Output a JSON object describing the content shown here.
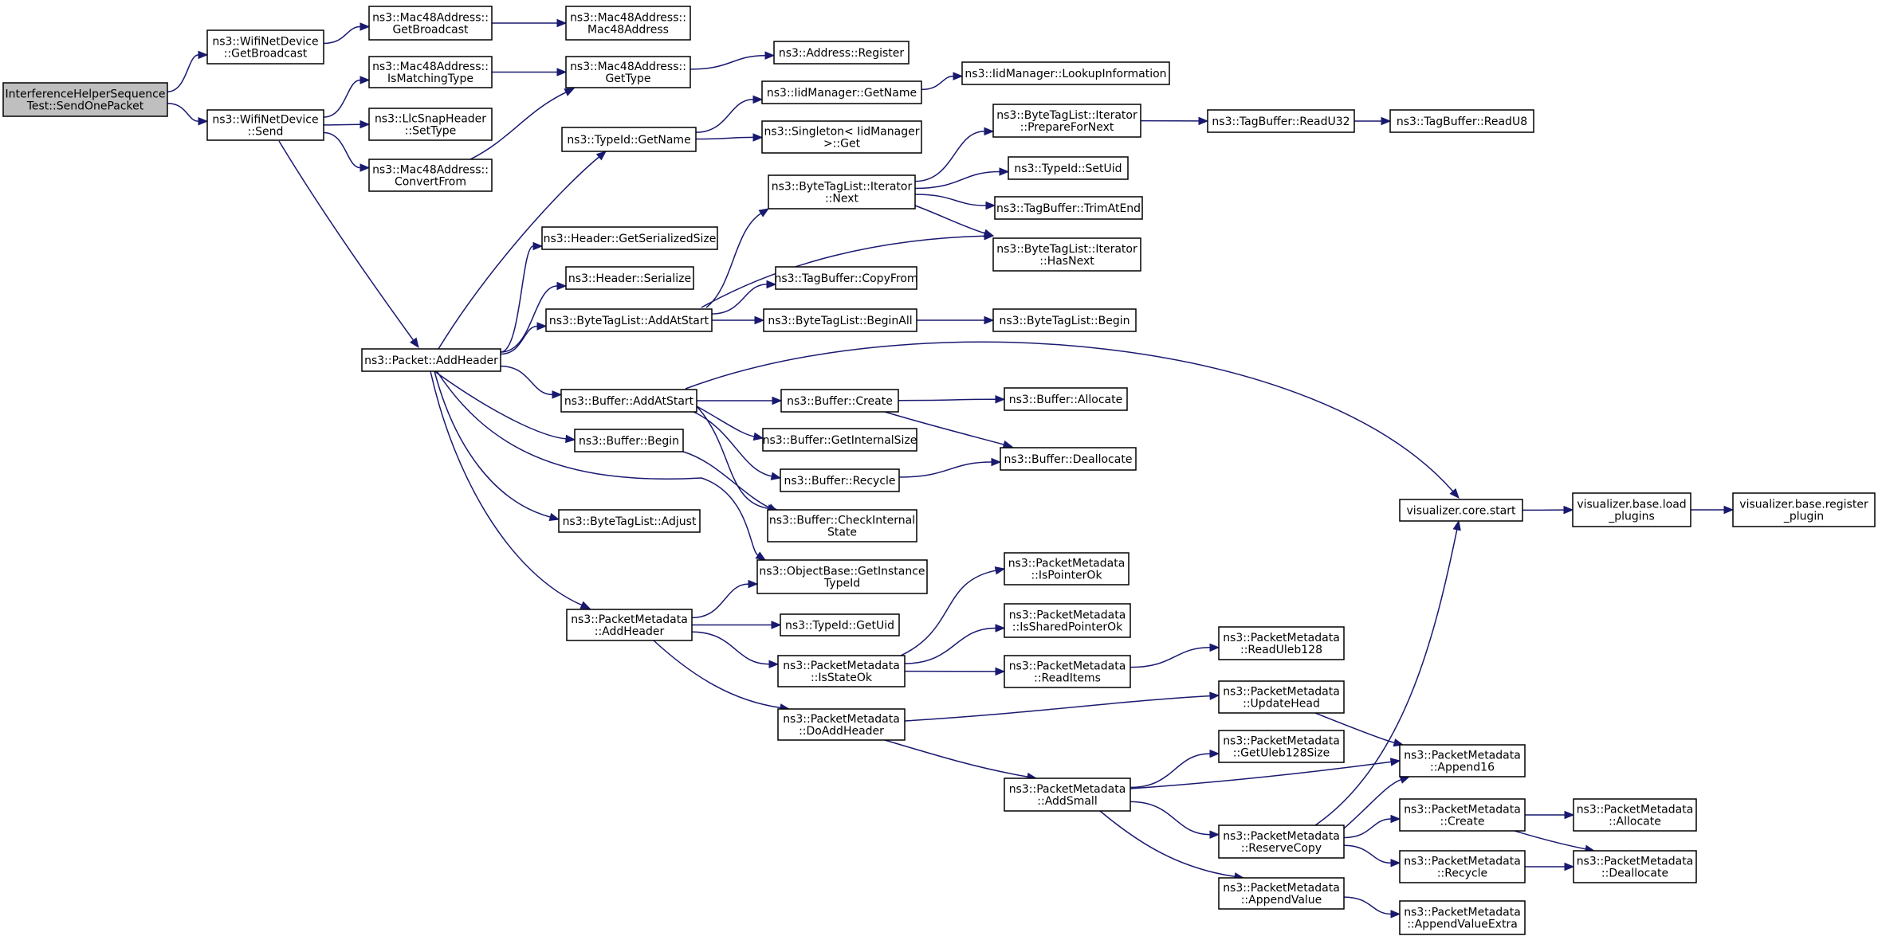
{
  "nodes": [
    {
      "id": "root",
      "lines": [
        "InterferenceHelperSequence",
        "Test::SendOnePacket"
      ],
      "root": true
    },
    {
      "id": "wifi_getbroadcast",
      "lines": [
        "ns3::WifiNetDevice",
        "::GetBroadcast"
      ]
    },
    {
      "id": "wifi_send",
      "lines": [
        "ns3::WifiNetDevice",
        "::Send"
      ]
    },
    {
      "id": "mac_getbroadcast",
      "lines": [
        "ns3::Mac48Address::",
        "GetBroadcast"
      ]
    },
    {
      "id": "mac_ctor",
      "lines": [
        "ns3::Mac48Address::",
        "Mac48Address"
      ]
    },
    {
      "id": "mac_ismatching",
      "lines": [
        "ns3::Mac48Address::",
        "IsMatchingType"
      ]
    },
    {
      "id": "mac_gettype",
      "lines": [
        "ns3::Mac48Address::",
        "GetType"
      ]
    },
    {
      "id": "addr_register",
      "lines": [
        "ns3::Address::Register"
      ]
    },
    {
      "id": "llc_settype",
      "lines": [
        "ns3::LlcSnapHeader",
        "::SetType"
      ]
    },
    {
      "id": "mac_convertfrom",
      "lines": [
        "ns3::Mac48Address::",
        "ConvertFrom"
      ]
    },
    {
      "id": "iid_getname",
      "lines": [
        "ns3::IidManager::GetName"
      ]
    },
    {
      "id": "iid_lookup",
      "lines": [
        "ns3::IidManager::LookupInformation"
      ]
    },
    {
      "id": "typeid_getname",
      "lines": [
        "ns3::TypeId::GetName"
      ]
    },
    {
      "id": "singleton_get",
      "lines": [
        "ns3::Singleton< IidManager",
        " >::Get"
      ]
    },
    {
      "id": "bti_preparefornext",
      "lines": [
        "ns3::ByteTagList::Iterator",
        "::PrepareForNext"
      ]
    },
    {
      "id": "tagbuf_readu32",
      "lines": [
        "ns3::TagBuffer::ReadU32"
      ]
    },
    {
      "id": "tagbuf_readu8",
      "lines": [
        "ns3::TagBuffer::ReadU8"
      ]
    },
    {
      "id": "typeid_setuid",
      "lines": [
        "ns3::TypeId::SetUid"
      ]
    },
    {
      "id": "bti_next",
      "lines": [
        "ns3::ByteTagList::Iterator",
        "::Next"
      ]
    },
    {
      "id": "tagbuf_trimatend",
      "lines": [
        "ns3::TagBuffer::TrimAtEnd"
      ]
    },
    {
      "id": "header_getserializedsize",
      "lines": [
        "ns3::Header::GetSerializedSize"
      ]
    },
    {
      "id": "bti_hasnext",
      "lines": [
        "ns3::ByteTagList::Iterator",
        "::HasNext"
      ]
    },
    {
      "id": "header_serialize",
      "lines": [
        "ns3::Header::Serialize"
      ]
    },
    {
      "id": "tagbuf_copyfrom",
      "lines": [
        "ns3::TagBuffer::CopyFrom"
      ]
    },
    {
      "id": "btl_addatstart",
      "lines": [
        "ns3::ByteTagList::AddAtStart"
      ]
    },
    {
      "id": "btl_beginall",
      "lines": [
        "ns3::ByteTagList::BeginAll"
      ]
    },
    {
      "id": "btl_begin",
      "lines": [
        "ns3::ByteTagList::Begin"
      ]
    },
    {
      "id": "packet_addheader",
      "lines": [
        "ns3::Packet::AddHeader"
      ]
    },
    {
      "id": "buf_addatstart",
      "lines": [
        "ns3::Buffer::AddAtStart"
      ]
    },
    {
      "id": "buf_create",
      "lines": [
        "ns3::Buffer::Create"
      ]
    },
    {
      "id": "buf_allocate",
      "lines": [
        "ns3::Buffer::Allocate"
      ]
    },
    {
      "id": "buf_getinternalsize",
      "lines": [
        "ns3::Buffer::GetInternalSize"
      ]
    },
    {
      "id": "buf_begin",
      "lines": [
        "ns3::Buffer::Begin"
      ]
    },
    {
      "id": "buf_deallocate",
      "lines": [
        "ns3::Buffer::Deallocate"
      ]
    },
    {
      "id": "buf_recycle",
      "lines": [
        "ns3::Buffer::Recycle"
      ]
    },
    {
      "id": "vis_core_start",
      "lines": [
        "visualizer.core.start"
      ]
    },
    {
      "id": "vis_load_plugins",
      "lines": [
        "visualizer.base.load",
        "_plugins"
      ]
    },
    {
      "id": "vis_register_plugin",
      "lines": [
        "visualizer.base.register",
        "_plugin"
      ]
    },
    {
      "id": "btl_adjust",
      "lines": [
        "ns3::ByteTagList::Adjust"
      ]
    },
    {
      "id": "buf_checkinternal",
      "lines": [
        "ns3::Buffer::CheckInternal",
        "State"
      ]
    },
    {
      "id": "objbase_getinstancetypeid",
      "lines": [
        "ns3::ObjectBase::GetInstance",
        "TypeId"
      ]
    },
    {
      "id": "pm_ispointerok",
      "lines": [
        "ns3::PacketMetadata",
        "::IsPointerOk"
      ]
    },
    {
      "id": "pm_issharedpointerok",
      "lines": [
        "ns3::PacketMetadata",
        "::IsSharedPointerOk"
      ]
    },
    {
      "id": "pm_addheader",
      "lines": [
        "ns3::PacketMetadata",
        "::AddHeader"
      ]
    },
    {
      "id": "typeid_getuid",
      "lines": [
        "ns3::TypeId::GetUid"
      ]
    },
    {
      "id": "pm_readuleb128",
      "lines": [
        "ns3::PacketMetadata",
        "::ReadUleb128"
      ]
    },
    {
      "id": "pm_isstateok",
      "lines": [
        "ns3::PacketMetadata",
        "::IsStateOk"
      ]
    },
    {
      "id": "pm_readitems",
      "lines": [
        "ns3::PacketMetadata",
        "::ReadItems"
      ]
    },
    {
      "id": "pm_updatehead",
      "lines": [
        "ns3::PacketMetadata",
        "::UpdateHead"
      ]
    },
    {
      "id": "pm_doaddheader",
      "lines": [
        "ns3::PacketMetadata",
        "::DoAddHeader"
      ]
    },
    {
      "id": "pm_getuleb128size",
      "lines": [
        "ns3::PacketMetadata",
        "::GetUleb128Size"
      ]
    },
    {
      "id": "pm_append16",
      "lines": [
        "ns3::PacketMetadata",
        "::Append16"
      ]
    },
    {
      "id": "pm_addsmall",
      "lines": [
        "ns3::PacketMetadata",
        "::AddSmall"
      ]
    },
    {
      "id": "pm_create",
      "lines": [
        "ns3::PacketMetadata",
        "::Create"
      ]
    },
    {
      "id": "pm_allocate",
      "lines": [
        "ns3::PacketMetadata",
        "::Allocate"
      ]
    },
    {
      "id": "pm_reservecopy",
      "lines": [
        "ns3::PacketMetadata",
        "::ReserveCopy"
      ]
    },
    {
      "id": "pm_recycle",
      "lines": [
        "ns3::PacketMetadata",
        "::Recycle"
      ]
    },
    {
      "id": "pm_deallocate",
      "lines": [
        "ns3::PacketMetadata",
        "::Deallocate"
      ]
    },
    {
      "id": "pm_appendvalue",
      "lines": [
        "ns3::PacketMetadata",
        "::AppendValue"
      ]
    },
    {
      "id": "pm_appendvalueextra",
      "lines": [
        "ns3::PacketMetadata",
        "::AppendValueExtra"
      ]
    }
  ],
  "edges": [
    [
      "root",
      "wifi_getbroadcast"
    ],
    [
      "root",
      "wifi_send"
    ],
    [
      "wifi_getbroadcast",
      "mac_getbroadcast"
    ],
    [
      "mac_getbroadcast",
      "mac_ctor"
    ],
    [
      "wifi_send",
      "mac_ismatching"
    ],
    [
      "wifi_send",
      "llc_settype"
    ],
    [
      "wifi_send",
      "mac_convertfrom"
    ],
    [
      "wifi_send",
      "packet_addheader"
    ],
    [
      "mac_ismatching",
      "mac_gettype"
    ],
    [
      "mac_convertfrom",
      "mac_gettype"
    ],
    [
      "mac_gettype",
      "addr_register"
    ],
    [
      "packet_addheader",
      "typeid_getname"
    ],
    [
      "packet_addheader",
      "header_getserializedsize"
    ],
    [
      "packet_addheader",
      "header_serialize"
    ],
    [
      "packet_addheader",
      "btl_addatstart"
    ],
    [
      "packet_addheader",
      "buf_addatstart"
    ],
    [
      "packet_addheader",
      "buf_begin"
    ],
    [
      "packet_addheader",
      "btl_adjust"
    ],
    [
      "packet_addheader",
      "objbase_getinstancetypeid"
    ],
    [
      "packet_addheader",
      "pm_addheader"
    ],
    [
      "typeid_getname",
      "iid_getname"
    ],
    [
      "typeid_getname",
      "singleton_get"
    ],
    [
      "iid_getname",
      "iid_lookup"
    ],
    [
      "btl_addatstart",
      "bti_next"
    ],
    [
      "btl_addatstart",
      "bti_hasnext"
    ],
    [
      "btl_addatstart",
      "tagbuf_copyfrom"
    ],
    [
      "btl_addatstart",
      "btl_beginall"
    ],
    [
      "bti_next",
      "bti_preparefornext"
    ],
    [
      "bti_next",
      "typeid_setuid"
    ],
    [
      "bti_next",
      "tagbuf_trimatend"
    ],
    [
      "bti_next",
      "bti_hasnext"
    ],
    [
      "bti_preparefornext",
      "tagbuf_readu32"
    ],
    [
      "tagbuf_readu32",
      "tagbuf_readu8"
    ],
    [
      "btl_beginall",
      "btl_begin"
    ],
    [
      "buf_addatstart",
      "vis_core_start"
    ],
    [
      "buf_addatstart",
      "buf_create"
    ],
    [
      "buf_addatstart",
      "buf_getinternalsize"
    ],
    [
      "buf_addatstart",
      "buf_recycle"
    ],
    [
      "buf_addatstart",
      "buf_checkinternal"
    ],
    [
      "buf_create",
      "buf_allocate"
    ],
    [
      "buf_create",
      "buf_deallocate"
    ],
    [
      "buf_recycle",
      "buf_deallocate"
    ],
    [
      "buf_begin",
      "buf_checkinternal"
    ],
    [
      "vis_core_start",
      "vis_load_plugins"
    ],
    [
      "vis_load_plugins",
      "vis_register_plugin"
    ],
    [
      "pm_addheader",
      "objbase_getinstancetypeid"
    ],
    [
      "pm_addheader",
      "typeid_getuid"
    ],
    [
      "pm_addheader",
      "pm_isstateok"
    ],
    [
      "pm_addheader",
      "pm_doaddheader"
    ],
    [
      "pm_isstateok",
      "pm_ispointerok"
    ],
    [
      "pm_isstateok",
      "pm_issharedpointerok"
    ],
    [
      "pm_isstateok",
      "pm_readitems"
    ],
    [
      "pm_readitems",
      "pm_readuleb128"
    ],
    [
      "pm_doaddheader",
      "pm_updatehead"
    ],
    [
      "pm_doaddheader",
      "pm_addsmall"
    ],
    [
      "pm_updatehead",
      "pm_append16"
    ],
    [
      "pm_addsmall",
      "pm_getuleb128size"
    ],
    [
      "pm_addsmall",
      "pm_append16"
    ],
    [
      "pm_addsmall",
      "pm_reservecopy"
    ],
    [
      "pm_addsmall",
      "pm_appendvalue"
    ],
    [
      "pm_reservecopy",
      "vis_core_start"
    ],
    [
      "pm_reservecopy",
      "pm_append16"
    ],
    [
      "pm_reservecopy",
      "pm_create"
    ],
    [
      "pm_reservecopy",
      "pm_recycle"
    ],
    [
      "pm_create",
      "pm_allocate"
    ],
    [
      "pm_create",
      "pm_deallocate"
    ],
    [
      "pm_recycle",
      "pm_deallocate"
    ],
    [
      "pm_appendvalue",
      "pm_appendvalueextra"
    ]
  ]
}
